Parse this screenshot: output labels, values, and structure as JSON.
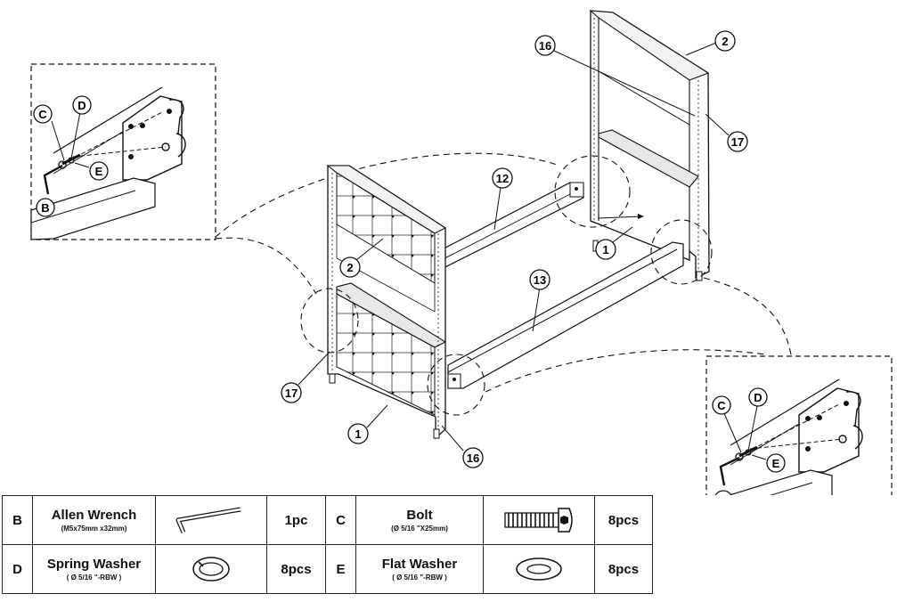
{
  "callouts": {
    "c16_top": "16",
    "c2_top": "2",
    "c17_right": "17",
    "c12": "12",
    "c1_right": "1",
    "c13": "13",
    "c2_left": "2",
    "c17_left": "17",
    "c1_left": "1",
    "c16_bottom": "16"
  },
  "detail_left": {
    "C": "C",
    "D": "D",
    "E": "E",
    "B": "B"
  },
  "detail_right": {
    "C": "C",
    "D": "D",
    "E": "E",
    "B": "B"
  },
  "parts": [
    {
      "key": "B",
      "name": "Allen Wrench",
      "spec": "(M5x75mm x32mm)",
      "qty": "1pc",
      "icon": "allen-wrench-icon"
    },
    {
      "key": "C",
      "name": "Bolt",
      "spec": "(Ø 5/16 \"X25mm)",
      "qty": "8pcs",
      "icon": "bolt-icon"
    },
    {
      "key": "D",
      "name": "Spring Washer",
      "spec": "( Ø 5/16 \"-RBW )",
      "qty": "8pcs",
      "icon": "spring-washer-icon"
    },
    {
      "key": "E",
      "name": "Flat Washer",
      "spec": "( Ø 5/16 \"-RBW )",
      "qty": "8pcs",
      "icon": "flat-washer-icon"
    }
  ]
}
